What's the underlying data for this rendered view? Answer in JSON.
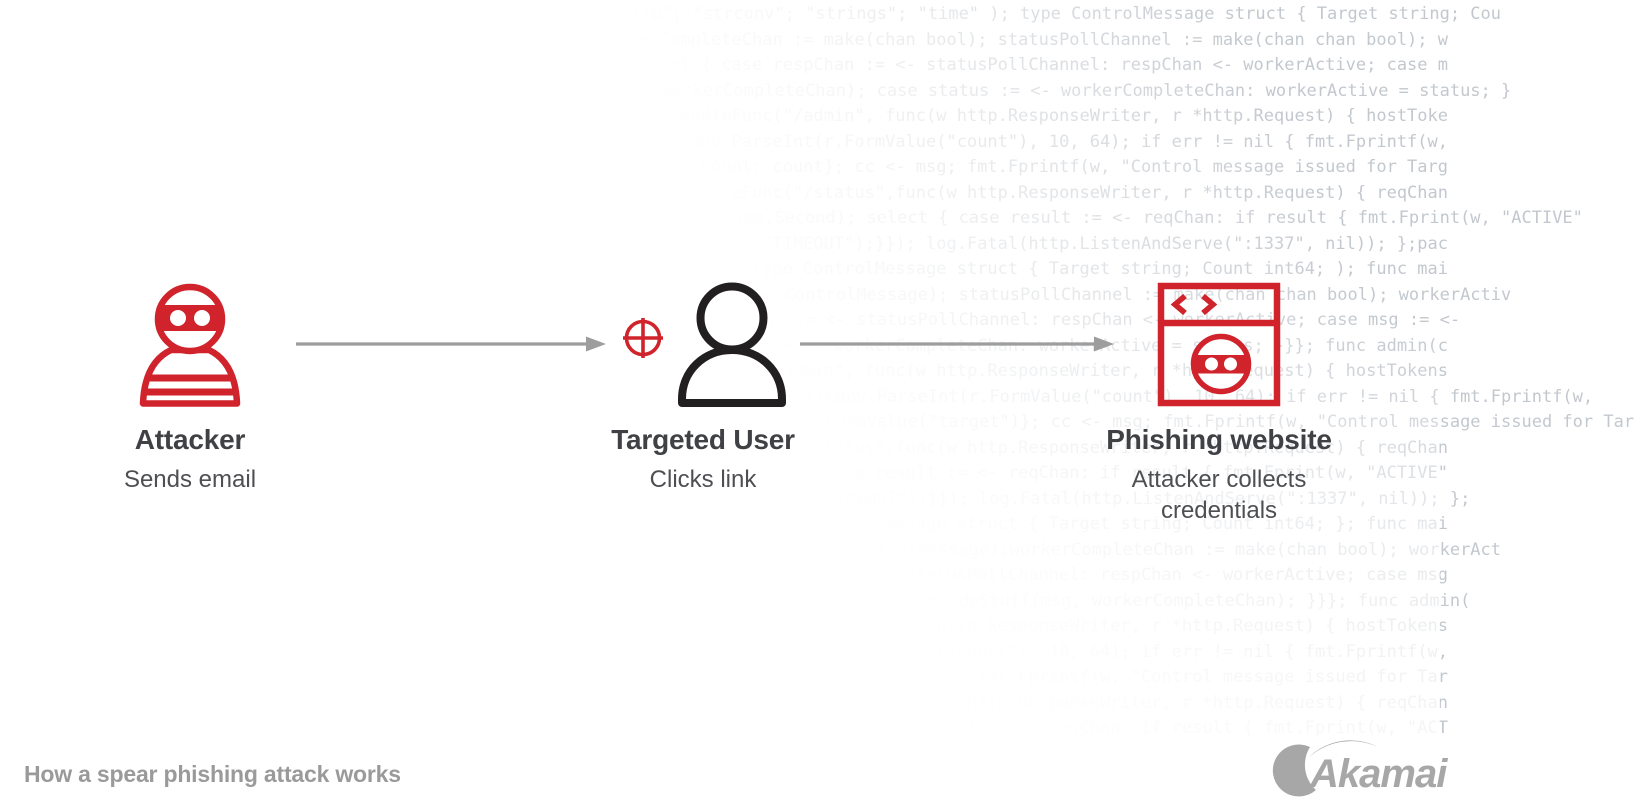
{
  "colors": {
    "red": "#d0232b",
    "ink": "#221f20",
    "arrow": "#9d9d9d",
    "title": "#404145",
    "subtitle": "#4e4f53",
    "caption": "#9a9a9a",
    "logo": "#a7a7a7",
    "code": "#c3c8ce"
  },
  "caption": "How a spear phishing attack works",
  "brand": "Akamai",
  "steps": [
    {
      "title": "Attacker",
      "subtitle": "Sends email"
    },
    {
      "title": "Targeted User",
      "subtitle": "Clicks link"
    },
    {
      "title": "Phishing website",
      "subtitle": "Attacker collects credentials"
    }
  ],
  "background_code": {
    "lines": [
      "\"log\"; \"net/http\"; \"strconv\"; \"strings\"; \"time\" ); type ControlMessage struct { Target string; Cou",
      "ge);workerCompleteChan := make(chan bool); statusPollChannel := make(chan chan bool); w",
      "for { select { case respChan := <- statusPollChannel: respChan <- workerActive; case m",
      "go doStuff(msg, workerCompleteChan); case status := <- workerCompleteChan: workerActive = status; }",
      "{http.HandleFunc(\"/admin\", func(w http.ResponseWriter, r *http.Request) { hostToke",
      "count, err := strconv.ParseInt(r.FormValue(\"count\"), 10, 64); if err != nil { fmt.Fprintf(w,",
      "Count: count}; cc <- msg; fmt.Fprintf(w, \"Control message issued for Targ",
      "}); http.HandleFunc(\"/status\",func(w http.ResponseWriter, r *http.Request) { reqChan",
      "timeout := time.After(time.Second); select { case result := <- reqChan: if result { fmt.Fprint(w, \"ACTIVE\"",
      "else { fmt.Fprint(w, \"TIMEOUT\");}}); log.Fatal(http.ListenAndServe(\":1337\", nil)); };pac",
      "); type ControlMessage struct { Target string; Count int64; ); func mai",
      "controlChannel := make(chan ControlMessage); statusPollChannel := make(chan chan bool); workerActiv",
      "for { select { case respChan := <- statusPollChannel: respChan <- workerActive; case msg := <-",
      "case status := <- workerCompleteChan: workerActive = status; }}}; func admin(c",
      "{http.HandleFunc(\"/admin\", func(w http.ResponseWriter, r *http.Request) { hostTokens",
      "r.ParseForm(); count, err := strconv.ParseInt(r.FormValue(\"count\"), 10, 64); if err != nil { fmt.Fprintf(w,",
      "msg := ControlMessage{Target: r.FormValue(\"target\")}; cc <- msg; fmt.Fprintf(w, \"Control message issued for Tar",
      "count); }); http.HandleFunc(\"/status\",func(w http.ResponseWriter, r *http.Request) { reqChan",
      "select { case result := <- reqChan: if result { fmt.Fprint(w, \"ACTIVE\"",
      "case <- timeout: fmt.Fprint(w, \"TIMEOUT\");}}); log.Fatal(http.ListenAndServe(\":1337\", nil)); };",
      "); type ControlMessage struct { Target string; Count int64; }; func mai",
      "n() { controlChannel := make(chan ControlMessage);workerCompleteChan := make(chan bool); workerAct",
      "case respChan := <- statusPollChannel: respChan <- workerActive; case msg",
      ":= <-controlChannel: workerActive = true; go doStuff(msg, workerCompleteChan); }}}; func admin(",
      "func(w http.ResponseWriter, r *http.Request) { hostTokens",
      "strconv.ParseInt(r.FormValue(\"count\"), 10, 64); if err != nil { fmt.Fprintf(w,",
      "cc <- msg; fmt.Fprintf(w, \"Control message issued for Tar",
      "http.HandleFunc(\"/status\",func(w http.ResponseWriter, r *http.Request) { reqChan",
      "case result := <- reqChan: if result { fmt.Fprint(w, \"ACT"
    ]
  }
}
